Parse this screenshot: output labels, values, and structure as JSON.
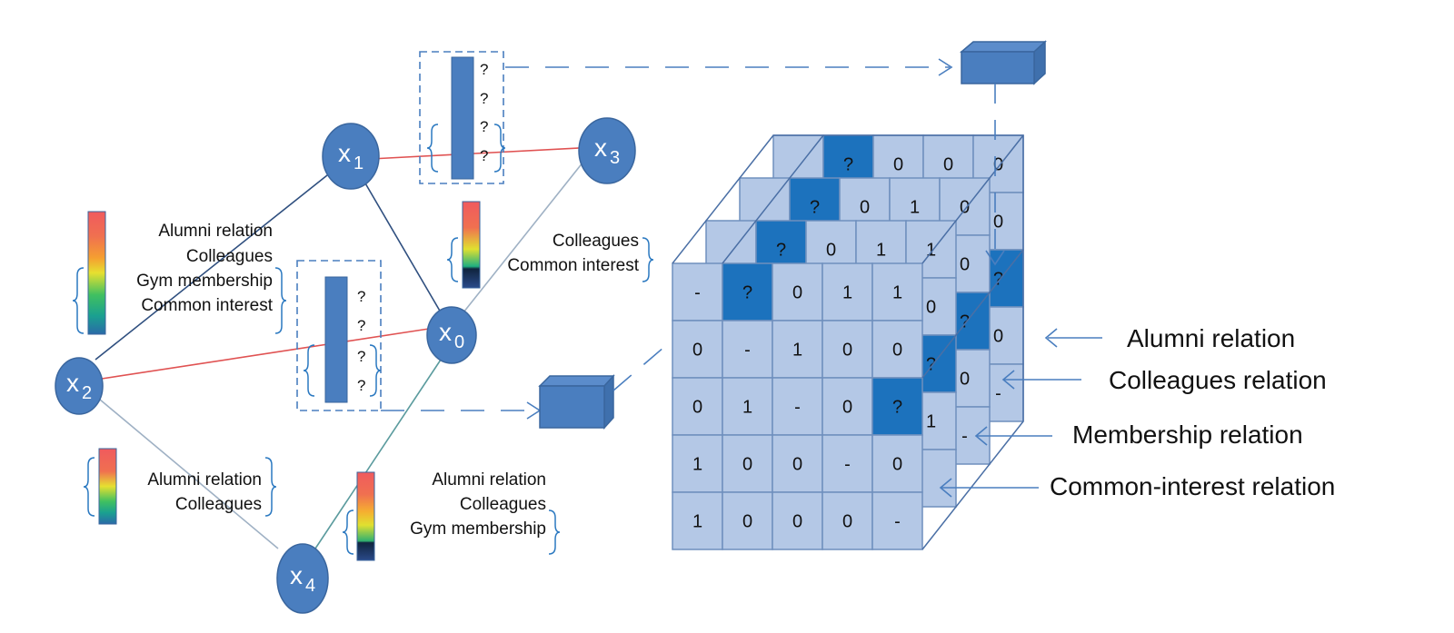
{
  "colors": {
    "node": "#4a7ebf",
    "node_stroke": "#3a669e",
    "cell": "#b4c8e6",
    "cell_missing": "#1c72bd",
    "cell_stroke": "#6f8fbd",
    "edge_red": "#e05252",
    "edge_dark": "#2f4f7f",
    "edge_gray": "#9fb1c4",
    "edge_teal": "#5b9b9e",
    "dashed": "#4a7ebf",
    "brace": "#2a78c0"
  },
  "nodes": [
    {
      "id": "x0",
      "base": "x",
      "sub": "0"
    },
    {
      "id": "x1",
      "base": "x",
      "sub": "1"
    },
    {
      "id": "x2",
      "base": "x",
      "sub": "2"
    },
    {
      "id": "x3",
      "base": "x",
      "sub": "3"
    },
    {
      "id": "x4",
      "base": "x",
      "sub": "4"
    }
  ],
  "edges": [
    {
      "from": "x1",
      "to": "x3",
      "type": "red"
    },
    {
      "from": "x2",
      "to": "x0",
      "type": "red"
    },
    {
      "from": "x1",
      "to": "x2",
      "type": "dark"
    },
    {
      "from": "x1",
      "to": "x0",
      "type": "dark"
    },
    {
      "from": "x0",
      "to": "x3",
      "type": "gray"
    },
    {
      "from": "x2",
      "to": "x4",
      "type": "gray"
    },
    {
      "from": "x4",
      "to": "x0",
      "type": "teal"
    }
  ],
  "edge_labels": {
    "x1_x2": [
      "Alumni relation",
      "Colleagues",
      "Gym membership",
      "Common interest"
    ],
    "x0_x3": [
      "Colleagues",
      "Common interest"
    ],
    "x2_x4": [
      "Alumni relation",
      "Colleagues"
    ],
    "x4_x0": [
      "Alumni relation",
      "Colleagues",
      "Gym membership"
    ]
  },
  "unknown_vectors": {
    "x1_x3": [
      "?",
      "?",
      "?",
      "?"
    ],
    "x2_x0": [
      "?",
      "?",
      "?",
      "?"
    ]
  },
  "tensor": {
    "front_slice": [
      [
        "-",
        "?",
        "0",
        "1",
        "1"
      ],
      [
        "0",
        "-",
        "1",
        "0",
        "0"
      ],
      [
        "0",
        "1",
        "-",
        "0",
        "?"
      ],
      [
        "1",
        "0",
        "0",
        "-",
        "0"
      ],
      [
        "1",
        "0",
        "0",
        "0",
        "-"
      ]
    ],
    "slice2_top_row": [
      "",
      "?",
      "0",
      "1",
      "1"
    ],
    "slice3_top_row": [
      "",
      "?",
      "0",
      "1",
      "0"
    ],
    "slice4_top_row": [
      "",
      "?",
      "0",
      "0",
      "0"
    ],
    "slice2_right_col": [
      "1",
      "0",
      "?",
      "1",
      ""
    ],
    "slice3_right_col": [
      "0",
      "0",
      "?",
      "0",
      "-"
    ],
    "slice4_right_col": [
      "0",
      "0",
      "?",
      "0",
      "-"
    ]
  },
  "relation_labels": [
    "Alumni relation",
    "Colleagues relation",
    "Membership relation",
    "Common-interest relation"
  ]
}
